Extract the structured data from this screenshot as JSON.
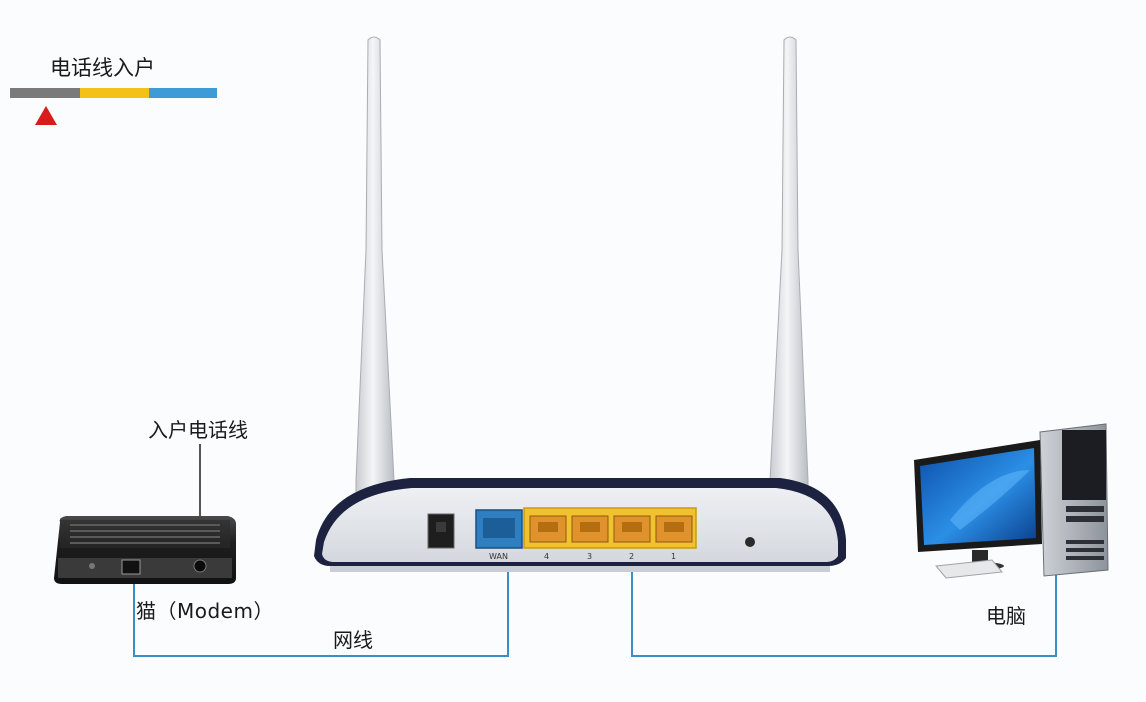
{
  "legend": {
    "title": "电话线入户",
    "colors": [
      "#7a7a7a",
      "#f3c21a",
      "#3f9bd6"
    ],
    "marker_color": "#d81b1b"
  },
  "labels": {
    "phone_drop": "入户电话线",
    "modem": "猫（Modem）",
    "network_cable": "网线",
    "computer": "电脑"
  },
  "router": {
    "wan_label": "WAN",
    "lan_labels": [
      "4",
      "3",
      "2",
      "1"
    ],
    "wan_color": "#2f7fc0",
    "lan_color": "#f2c12e"
  },
  "cable_color": "#3a8fc8"
}
